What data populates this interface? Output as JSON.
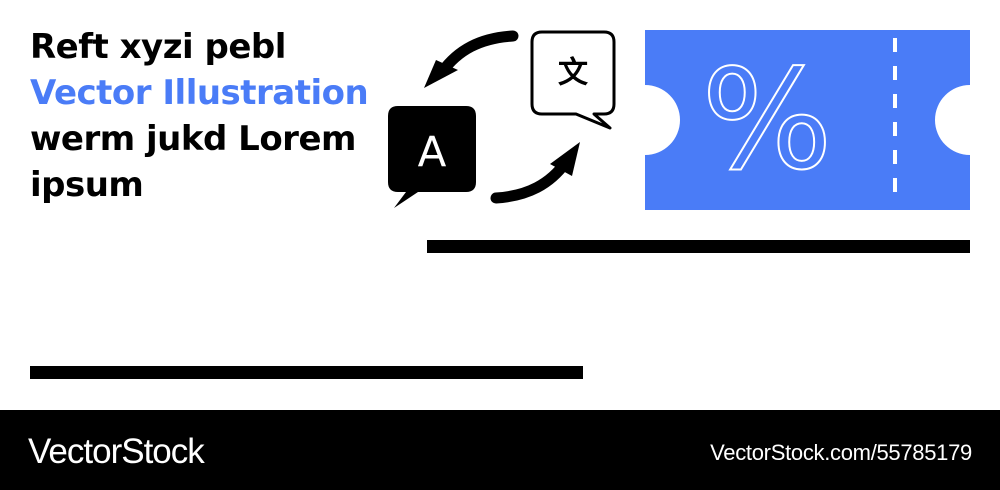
{
  "headline": {
    "line1": "Reft xyzi pebl",
    "line2": "Vector Illustration",
    "line3": "werm jukd Lorem",
    "line4": "ipsum"
  },
  "translate_icon": {
    "bubble_a_letter": "A",
    "bubble_b_glyph": "文"
  },
  "coupon": {
    "symbol": "%"
  },
  "footer": {
    "brand": "VectorStock",
    "url": "VectorStock.com/55785179"
  },
  "colors": {
    "accent": "#4a7cf7",
    "text": "#000000",
    "background": "#ffffff",
    "footer_bg": "#000000",
    "footer_text": "#ffffff"
  },
  "icons": [
    "translate-icon",
    "arrow-top-icon",
    "arrow-bottom-icon",
    "speech-bubble-a-icon",
    "speech-bubble-wen-icon",
    "discount-coupon-icon"
  ]
}
